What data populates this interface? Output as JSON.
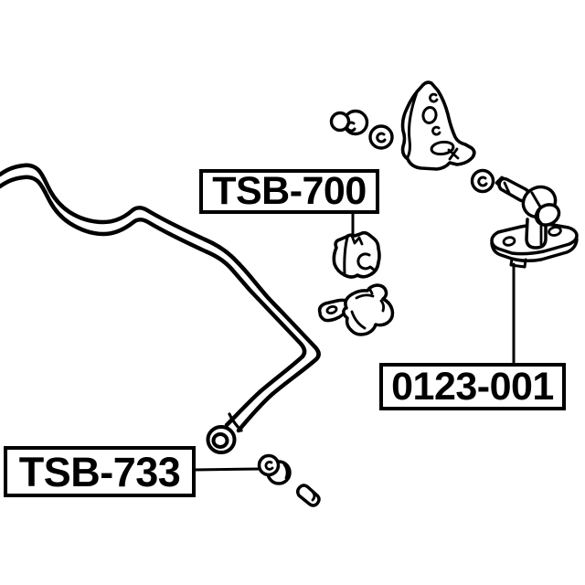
{
  "page": {
    "background_color": "#ffffff",
    "ink_color": "#000000"
  },
  "labels": {
    "bushing_label": {
      "text": "TSB-700"
    },
    "link_label": {
      "text": "0123-001"
    },
    "bar_bushing_label": {
      "text": "TSB-733"
    }
  },
  "parts": [
    {
      "name": "stabilizer-bar"
    },
    {
      "name": "stabilizer-bar-eye-end"
    },
    {
      "name": "nut-and-washer-pair"
    },
    {
      "name": "washer"
    },
    {
      "name": "stabilizer-mount-bracket"
    },
    {
      "name": "washer"
    },
    {
      "name": "stabilizer-link-ball-stud"
    },
    {
      "name": "link-mounting-plate"
    },
    {
      "name": "stabilizer-bushing"
    },
    {
      "name": "bushing-clamp-bracket"
    },
    {
      "name": "stabilizer-bar-bushing"
    },
    {
      "name": "bushing-sleeve"
    }
  ]
}
